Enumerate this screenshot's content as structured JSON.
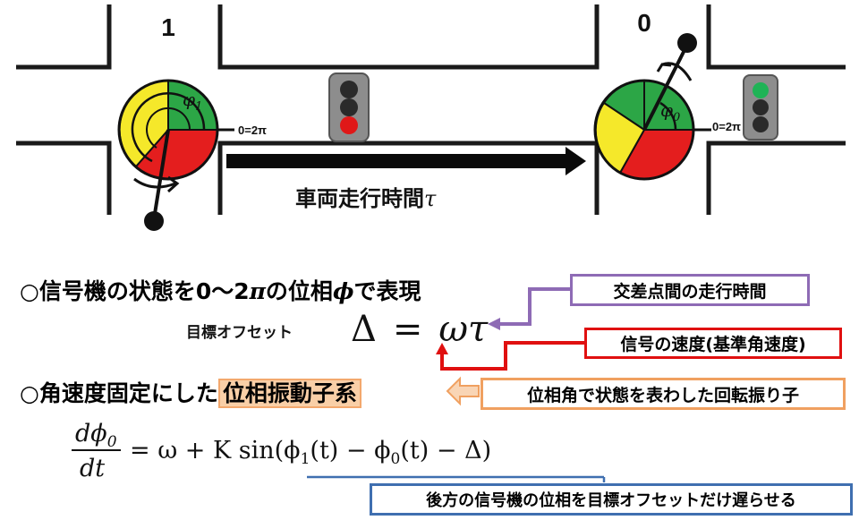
{
  "intersection_left": {
    "label": "1",
    "phase_symbol": "φ",
    "phase_subscript": "1",
    "zero_label": "0=2π"
  },
  "intersection_right": {
    "label": "0",
    "phase_symbol": "φ",
    "phase_subscript": "0",
    "zero_label": "0=2π"
  },
  "travel": {
    "label": "車両走行時間",
    "symbol": "τ"
  },
  "bullet1": {
    "text_a": "○信号機の状態を0～2",
    "pi": "π",
    "text_b": "の位相",
    "phi": "ϕ",
    "text_c": "で表現"
  },
  "offset": {
    "label": "目標オフセット",
    "formula_lhs": "Δ",
    "formula_eq": "=",
    "formula_omega": "ω",
    "formula_tau": "τ"
  },
  "bullet2": {
    "text_a": "○角速度固定にした",
    "highlight": "位相振動子系"
  },
  "equation": {
    "numerator": "dϕ",
    "num_sub": "0",
    "denominator": "dt",
    "rhs": "= ω + K sin(ϕ",
    "rhs_sub1": "1",
    "rhs_mid": "(t) −  ϕ",
    "rhs_sub0": "0",
    "rhs_end": "(t)  − Δ)"
  },
  "callouts": {
    "travel_time": "交差点間の走行時間",
    "signal_speed": "信号の速度(基準角速度)",
    "rotor": "位相角で状態を表わした回転振り子",
    "delay": "後方の信号機の位相を目標オフセットだけ遅らせる"
  },
  "colors": {
    "green": "#2ca646",
    "yellow": "#f5e82a",
    "red": "#e41e1e",
    "purple": "#8e6bb5",
    "red_border": "#e01010",
    "orange": "#f0a060",
    "blue": "#3f6fb0"
  }
}
